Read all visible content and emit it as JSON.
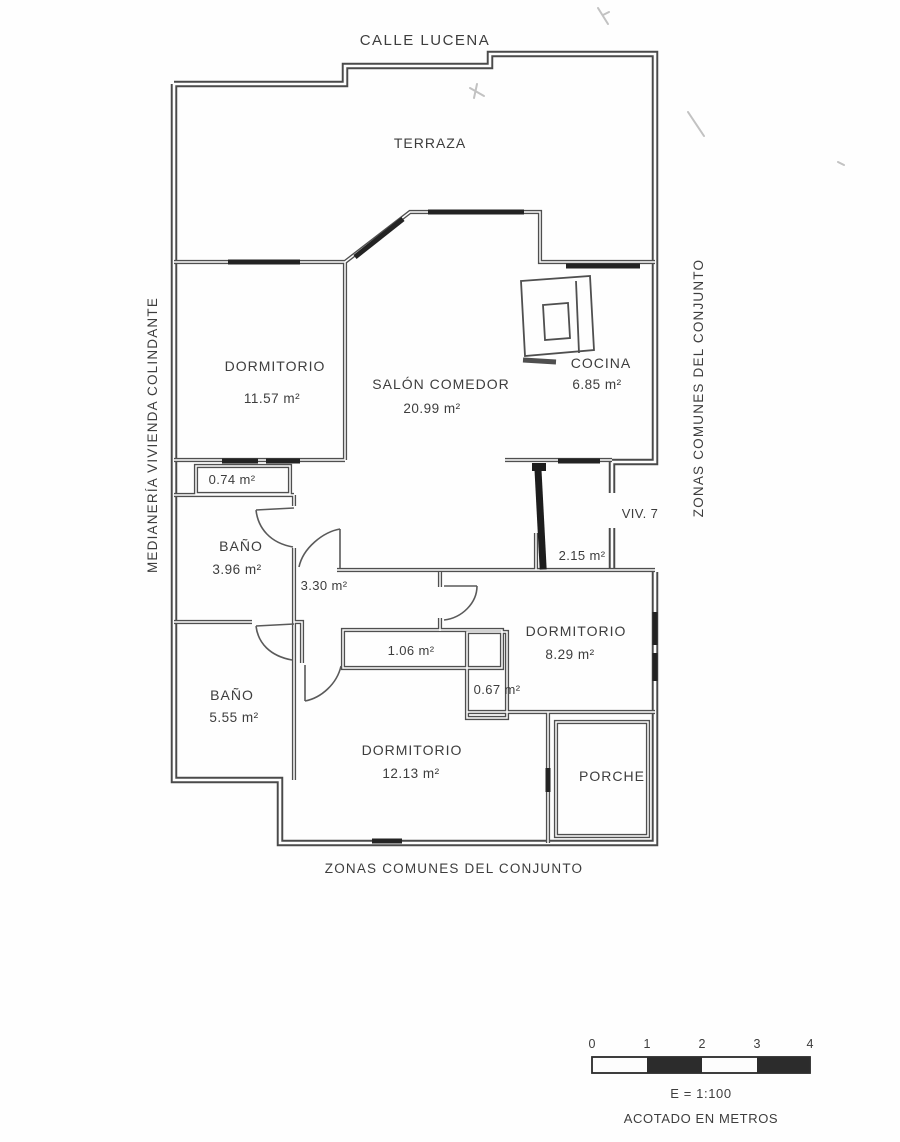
{
  "plan": {
    "street_label": "CALLE LUCENA",
    "left_boundary_label": "MEDIANERÍA VIVIENDA COLINDANTE",
    "right_boundary_label": "ZONAS COMUNES DEL CONJUNTO",
    "bottom_boundary_label": "ZONAS COMUNES DEL CONJUNTO",
    "unit_label": "VIV.  7",
    "rooms": [
      {
        "name": "TERRAZA",
        "area": ""
      },
      {
        "name": "DORMITORIO",
        "area": "11.57 m²"
      },
      {
        "name": "SALÓN COMEDOR",
        "area": "20.99 m²"
      },
      {
        "name": "COCINA",
        "area": "6.85 m²"
      },
      {
        "name": "BAÑO",
        "area": "3.96 m²"
      },
      {
        "name": "DORMITORIO",
        "area": "8.29 m²"
      },
      {
        "name": "BAÑO",
        "area": "5.55 m²"
      },
      {
        "name": "DORMITORIO",
        "area": "12.13 m²"
      },
      {
        "name": "PORCHE",
        "area": ""
      }
    ],
    "small_areas": {
      "wardrobe_top": "0.74 m²",
      "hall": "3.30 m²",
      "entry": "2.15 m²",
      "wardrobe_mid": "1.06 m²",
      "wardrobe_small": "0.67 m²"
    },
    "scale_bar": {
      "ticks": [
        "0",
        "1",
        "2",
        "3",
        "4"
      ],
      "scale_text": "E = 1:100",
      "units_text": "ACOTADO EN METROS"
    }
  }
}
